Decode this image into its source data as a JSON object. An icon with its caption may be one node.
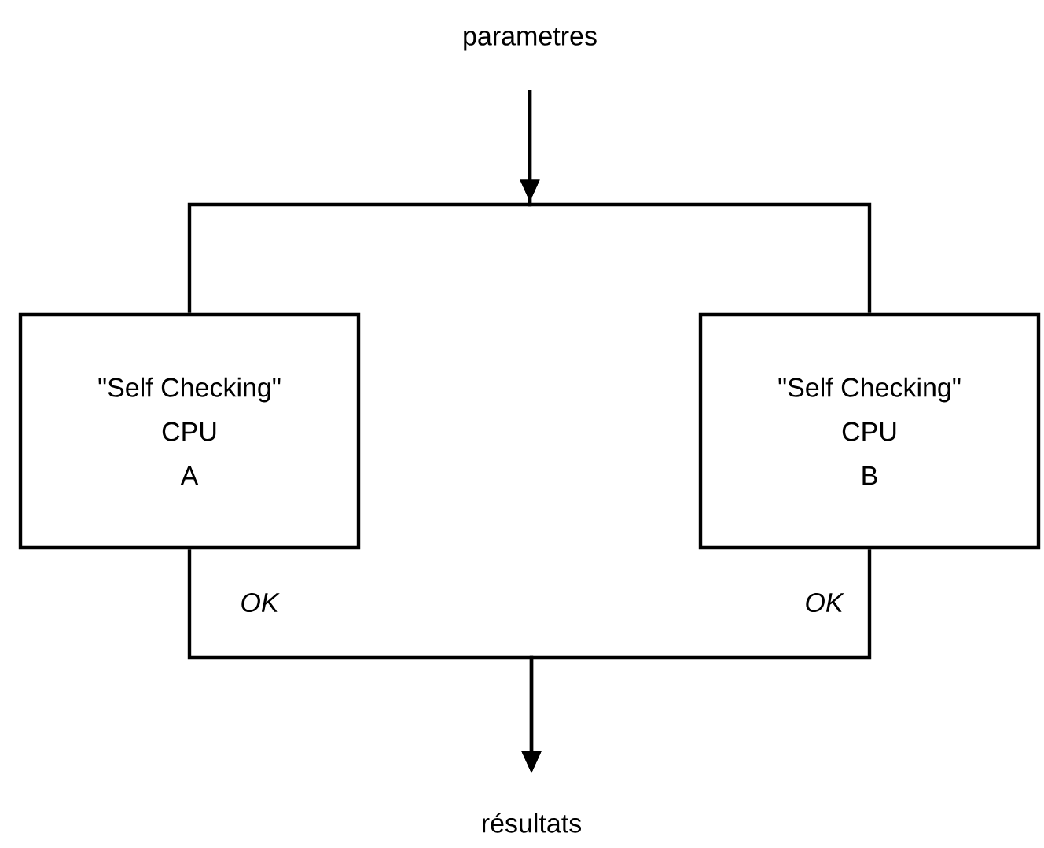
{
  "diagram": {
    "nodes": [
      {
        "text": [
          "parametres"
        ]
      },
      {
        "text": [
          "\"Self Checking\"",
          "CPU",
          "A"
        ]
      },
      {
        "text": [
          "\"Self Checking\"",
          "CPU",
          "B"
        ]
      },
      {
        "text": [
          "résultats"
        ]
      }
    ],
    "edges": [
      {
        "from": 0,
        "to": 1,
        "arrow": "to"
      },
      {
        "from": 0,
        "to": 2,
        "arrow": "to"
      },
      {
        "from": 1,
        "to": 3,
        "arrow": "to",
        "label": "OK"
      },
      {
        "from": 2,
        "to": 3,
        "arrow": "to",
        "label": "OK"
      }
    ]
  }
}
